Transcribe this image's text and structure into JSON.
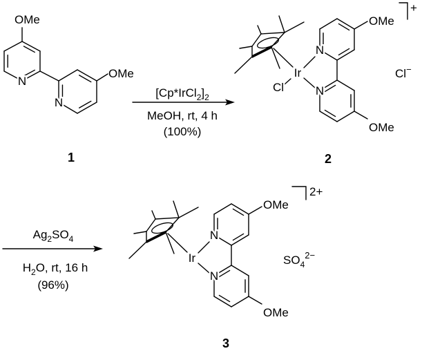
{
  "colors": {
    "ink": "#000000",
    "background": "#ffffff"
  },
  "compound1": {
    "label": "1",
    "ome_top": "OMe",
    "ome_right": "OMe",
    "n1": "N",
    "n2": "N"
  },
  "step1": {
    "reagent_parts": [
      "[Cp*IrCl",
      "2",
      "]",
      "2"
    ],
    "conditions": "MeOH, rt, 4 h",
    "yield": "(100%)"
  },
  "compound2": {
    "label": "2",
    "ome_top": "OMe",
    "ome_bottom": "OMe",
    "n1": "N",
    "n2": "N",
    "metal": "Ir",
    "ligand_cl": "Cl",
    "charge": "+",
    "counterion_parts": [
      "Cl",
      "−"
    ]
  },
  "step2": {
    "reagent_parts": [
      "Ag",
      "2",
      "SO",
      "4"
    ],
    "conditions_parts": [
      "H",
      "2",
      "O, rt, 16 h"
    ],
    "yield": "(96%)"
  },
  "compound3": {
    "label": "3",
    "ome_top": "OMe",
    "ome_bottom": "OMe",
    "n1": "N",
    "n2": "N",
    "metal": "Ir",
    "charge": "2+",
    "counterion_parts": [
      "SO",
      "4",
      "2−"
    ]
  }
}
